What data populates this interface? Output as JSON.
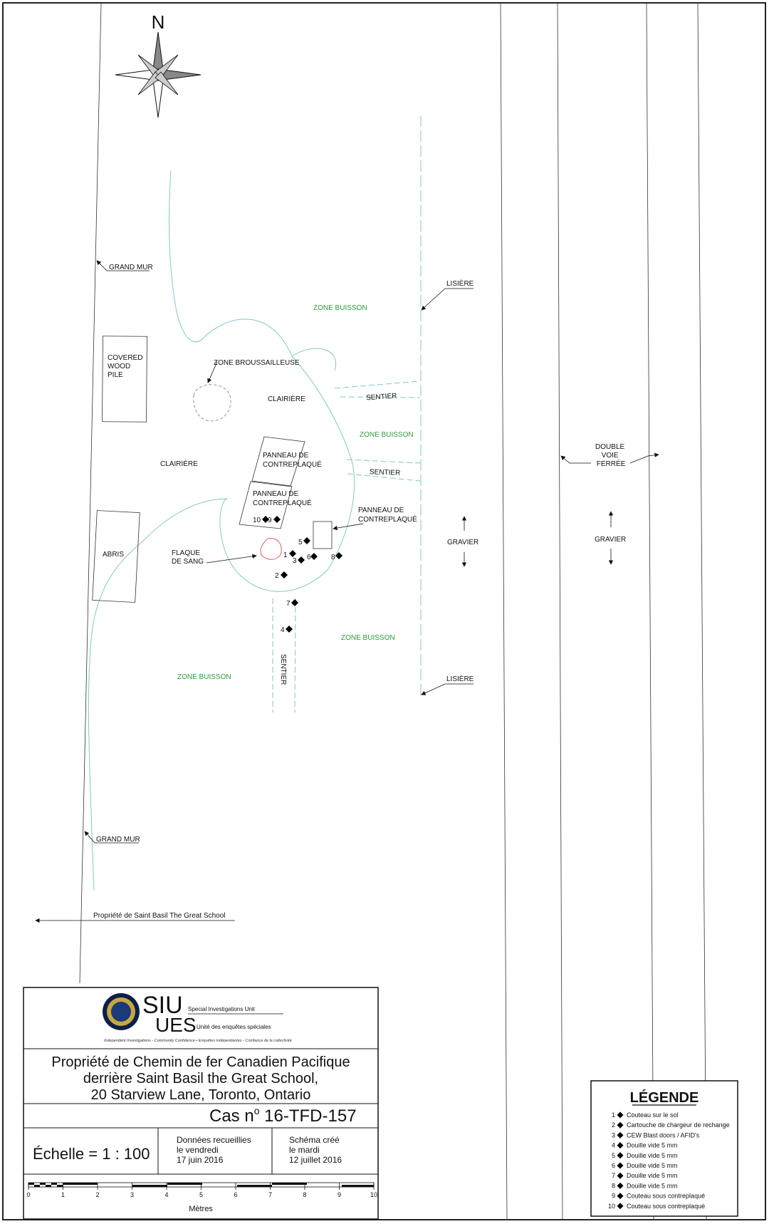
{
  "compass": {
    "north": "N"
  },
  "labels": {
    "grand_mur_top": "GRAND MUR",
    "grand_mur_bottom": "GRAND MUR",
    "covered_wood_pile": [
      "COVERED",
      "WOOD",
      "PILE"
    ],
    "zone_broussailleuse": "ZONE BROUSSAILLEUSE",
    "clairiere_center": "CLAIRIÈRE",
    "clairiere_left": "CLAIRIÈRE",
    "zone_buisson_top": "ZONE BUISSON",
    "zone_buisson_mid": "ZONE BUISSON",
    "zone_buisson_bottom_right": "ZONE BUISSON",
    "zone_buisson_bottom_left": "ZONE BUISSON",
    "lisiere_top": "LISIÈRE",
    "lisiere_bottom": "LISIÈRE",
    "sentier_top": "SENTIER",
    "sentier_mid": "SENTIER",
    "sentier_vertical": "SENTIER",
    "panneau_1": [
      "PANNEAU DE",
      "CONTREPLAQUÉ"
    ],
    "panneau_2": [
      "PANNEAU DE",
      "CONTREPLAQUÉ"
    ],
    "panneau_3": [
      "PANNEAU DE",
      "CONTREPLAQUÉ"
    ],
    "double_voie": [
      "DOUBLE",
      "VOIE",
      "FERRÉE"
    ],
    "gravier_left": "GRAVIER",
    "gravier_right": "GRAVIER",
    "abris": "ABRIS",
    "flaque": [
      "FLAQUE",
      "DE SANG"
    ],
    "property_arrow": "Propriété de Saint Basil The Great School"
  },
  "markers": [
    "1",
    "2",
    "3",
    "4",
    "5",
    "6",
    "7",
    "8",
    "9",
    "10"
  ],
  "title_block": {
    "logo": {
      "siu": "SIU",
      "ues": "UES",
      "siu_full": "Special Investigations Unit",
      "ues_full": "Unité des enquêtes spéciales",
      "motto": "Independent Investigations - Community Confidence • Enquêtes indépendantes - Confiance de la collectivité"
    },
    "title_lines": [
      "Propriété de Chemin de fer Canadien Pacifique",
      "derrière Saint Basil the Great School,",
      "20 Starview Lane, Toronto, Ontario"
    ],
    "case_prefix": "Cas n",
    "case_sup": "o",
    "case_number": " 16-TFD-157",
    "scale": "Échelle =  1 : 100",
    "collected": [
      "Données recueillies",
      "le vendredi",
      "17 juin 2016"
    ],
    "created": [
      "Schéma créé",
      "le mardi",
      "12 juillet 2016"
    ],
    "scale_ticks": [
      "0",
      "1",
      "2",
      "3",
      "4",
      "5",
      "6",
      "7",
      "8",
      "9",
      "10"
    ],
    "scale_unit": "Mètres"
  },
  "legend": {
    "title": "LÉGENDE",
    "items": [
      {
        "num": "1",
        "text": "Couteau sur le sol"
      },
      {
        "num": "2",
        "text": "Cartouche de chargeur de rechange"
      },
      {
        "num": "3",
        "text": "CEW Blast doors / AFID's"
      },
      {
        "num": "4",
        "text": "Douille vide 5 mm"
      },
      {
        "num": "5",
        "text": "Douille vide 5 mm"
      },
      {
        "num": "6",
        "text": "Douille vide 5 mm"
      },
      {
        "num": "7",
        "text": "Douille vide 5 mm"
      },
      {
        "num": "8",
        "text": "Douille vide 5 mm"
      },
      {
        "num": "9",
        "text": "Couteau sous contreplaqué"
      },
      {
        "num": "10",
        "text": "Couteau sous contreplaqué"
      }
    ]
  },
  "colors": {
    "green": "#2e9b3e",
    "vegetation_line": "#7fc9c3",
    "ink": "#111111"
  }
}
